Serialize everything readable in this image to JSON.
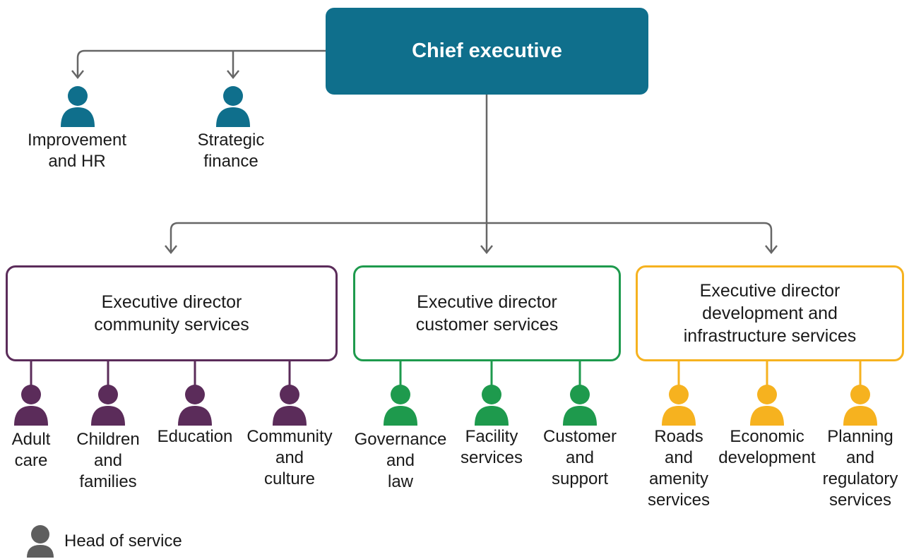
{
  "ceo": "Chief executive",
  "top_units": [
    {
      "label": "Improvement\nand HR",
      "color": "#0f6f8c"
    },
    {
      "label": "Strategic\nfinance",
      "color": "#0f6f8c"
    }
  ],
  "directors": [
    {
      "label": "Executive director\ncommunity services",
      "color": "#5b2c5a",
      "services": [
        "Adult\ncare",
        "Children\nand\nfamilies",
        "Education",
        "Community\nand\nculture"
      ]
    },
    {
      "label": "Executive director\ncustomer services",
      "color": "#1e9a4d",
      "services": [
        "Governance\nand\nlaw",
        "Facility\nservices",
        "Customer\nand\nsupport"
      ]
    },
    {
      "label": "Executive director\ndevelopment and\ninfrastructure services",
      "color": "#f6b21f",
      "services": [
        "Roads\nand\namenity\nservices",
        "Economic\ndevelopment",
        "Planning\nand\nregulatory\nservices"
      ]
    }
  ],
  "legend": {
    "label": "Head of service",
    "color": "#5e5e5e"
  },
  "connector_color": "#666666"
}
